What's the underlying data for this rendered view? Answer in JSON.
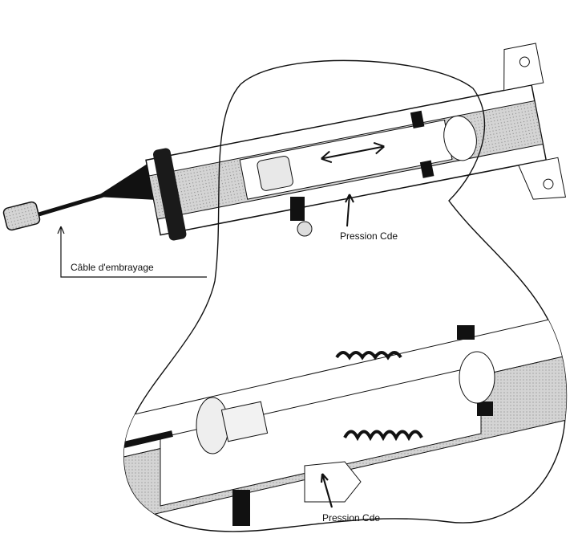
{
  "labels": {
    "cable": "Câble d'embrayage",
    "pressure_top": "Pression Cde",
    "pressure_bottom": "Pression Cde"
  },
  "colors": {
    "line": "#111111",
    "shade": "#c8c8c8",
    "dark": "#1a1a1a"
  }
}
